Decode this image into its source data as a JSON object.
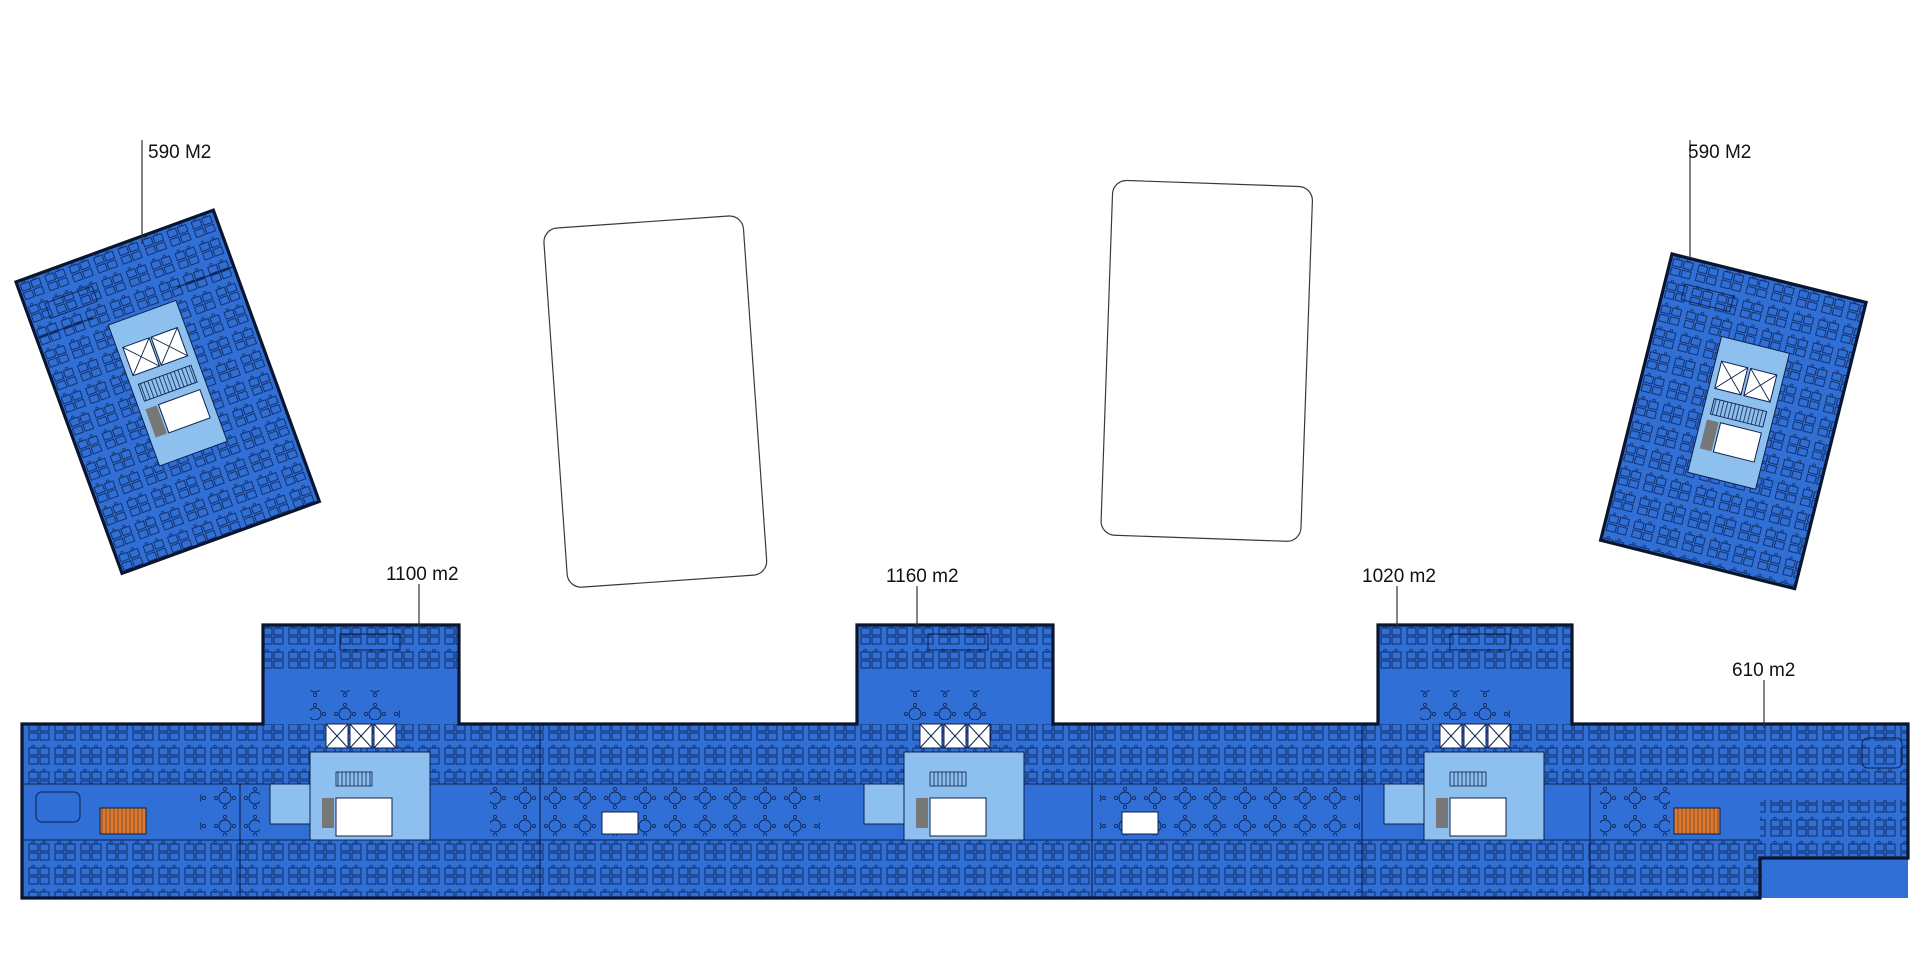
{
  "labels": {
    "tower_left": "590 M2",
    "tower_right": "590 M2",
    "wing_1": "1100 m2",
    "wing_2": "1160 m2",
    "wing_3": "1020 m2",
    "wing_east": "610 m2"
  },
  "colors": {
    "office_fill": "#2f6fd6",
    "core_fill": "#8ec0ef",
    "line": "#0d1f4a",
    "stair_accent": "#e07a2a",
    "void_fill": "#ffffff",
    "shaft_fill": "#777777",
    "plot_outline": "#3a3a3a"
  }
}
